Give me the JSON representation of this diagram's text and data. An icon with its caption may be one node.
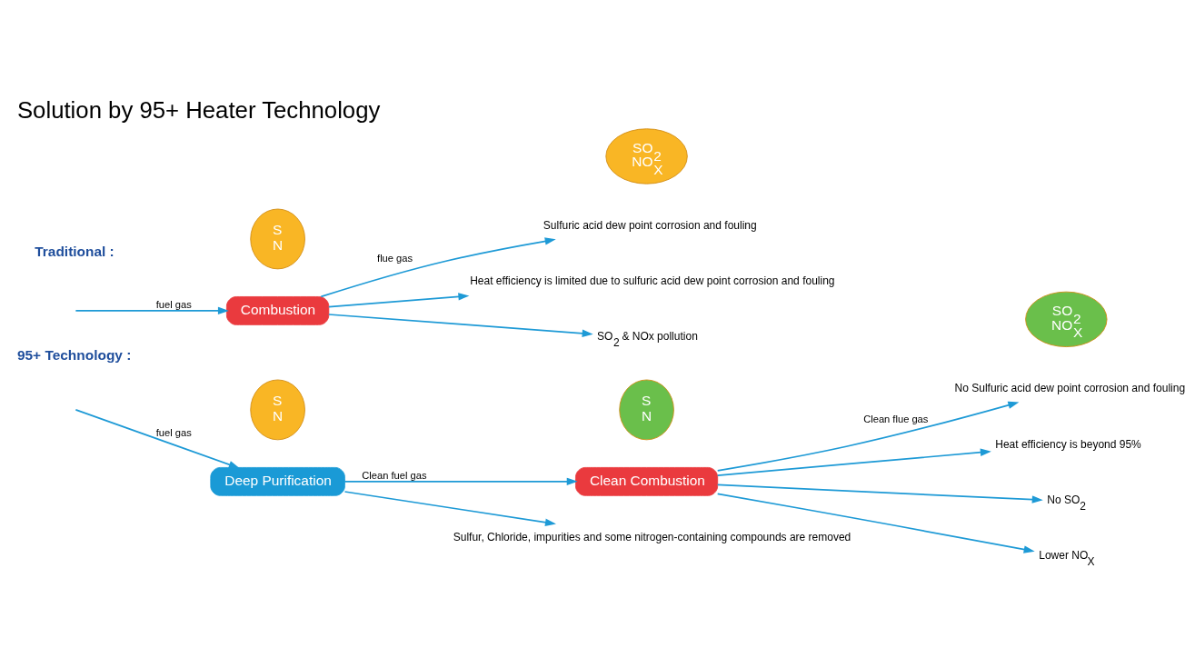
{
  "diagram": {
    "title": "Solution by 95+ Heater Technology",
    "nodes": [
      {
        "text": [
          "S N"
        ]
      },
      {
        "text": [
          "Combustion"
        ]
      },
      {
        "text": [
          "SO$_{2}$ NO$_{X}$"
        ]
      },
      {
        "text": [
          "Sulfuric acid dew point corrosion and fouling"
        ]
      },
      {
        "text": [
          "Heat efficiency is limited due to sulfuric acid dew point corrosion and fouling"
        ]
      },
      {
        "text": [
          "SO$_{2}$ & NOx pollution"
        ]
      },
      {
        "text": [
          "S N"
        ]
      },
      {
        "text": [
          "Deep Purification"
        ]
      },
      {
        "text": [
          "S N"
        ]
      },
      {
        "text": [
          "Clean Combustion"
        ]
      },
      {
        "text": [
          "SO$_{2}$ NO$_{X}$"
        ]
      },
      {
        "text": [
          "No Sulfuric acid dew point corrosion and fouling"
        ]
      },
      {
        "text": [
          "Heat efficiency is beyond 95%"
        ]
      },
      {
        "text": [
          "No SO$_{2}$"
        ]
      },
      {
        "text": [
          "Lower NO$_{X}$"
        ]
      },
      {
        "text": [
          "Sulfur, Chloride, impurities and some nitrogen-containing compounds are removed"
        ]
      }
    ],
    "edges": [
      {
        "from": null,
        "to": 1,
        "arrow": "to",
        "label": "fuel gas"
      },
      {
        "from": 1,
        "to": 3,
        "arrow": "to",
        "label": "flue gas"
      },
      {
        "from": 1,
        "to": 4,
        "arrow": "to"
      },
      {
        "from": 1,
        "to": 5,
        "arrow": "to"
      },
      {
        "from": null,
        "to": 7,
        "arrow": "to",
        "label": "fuel gas"
      },
      {
        "from": 7,
        "to": 9,
        "arrow": "to",
        "label": "Clean fuel gas"
      },
      {
        "from": 9,
        "to": 11,
        "arrow": "to",
        "label": "Clean flue gas"
      },
      {
        "from": 9,
        "to": 12,
        "arrow": "to"
      },
      {
        "from": 9,
        "to": 13,
        "arrow": "to"
      },
      {
        "from": 9,
        "to": 14,
        "arrow": "to"
      },
      {
        "from": 7,
        "to": 15,
        "arrow": "to"
      }
    ],
    "labels": [
      "Traditional :",
      "95+ Technology :"
    ]
  }
}
